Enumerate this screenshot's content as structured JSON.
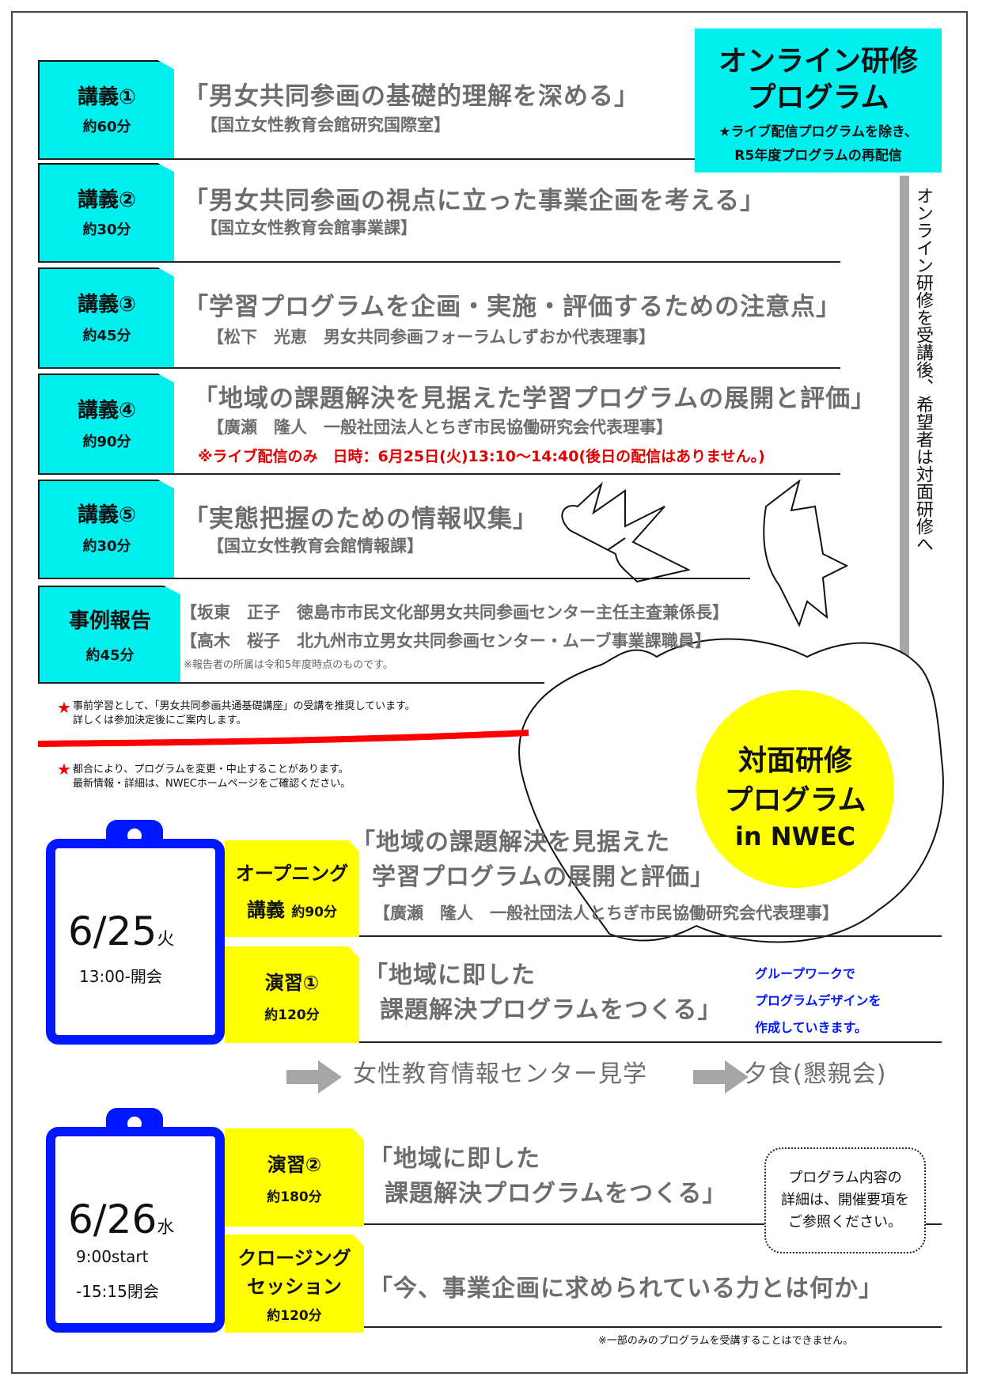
{
  "online_header": {
    "title_line1": "オンライン研修",
    "title_line2": "プログラム",
    "note_line1": "★ライブ配信プログラムを除き、",
    "note_line2": "R5年度プログラムの再配信"
  },
  "vertical_note": "オンライン研修を受講後、希望者は対面研修へ",
  "lectures": [
    {
      "label": "講義①",
      "duration": "約60分",
      "title": "「男女共同参画の基礎的理解を深める」",
      "speaker": "【国立女性教育会館研究国際室】"
    },
    {
      "label": "講義②",
      "duration": "約30分",
      "title": "「男女共同参画の視点に立った事業企画を考える」",
      "speaker": "【国立女性教育会館事業課】"
    },
    {
      "label": "講義③",
      "duration": "約45分",
      "title": "「学習プログラムを企画・実施・評価するための注意点」",
      "speaker": "【松下　光恵　男女共同参画フォーラムしずおか代表理事】"
    },
    {
      "label": "講義④",
      "duration": "約90分",
      "title": "「地域の課題解決を見据えた学習プログラムの展開と評価」",
      "speaker": "【廣瀬　隆人　一般社団法人とちぎ市民協働研究会代表理事】",
      "live_note": "※ライブ配信のみ　日時：6月25日(火)13:10～14:40(後日の配信はありません。)"
    },
    {
      "label": "講義⑤",
      "duration": "約30分",
      "title": "「実態把握のための情報収集」",
      "speaker": "【国立女性教育会館情報課】"
    }
  ],
  "case_report": {
    "label": "事例報告",
    "duration": "約45分",
    "line1": "【坂東　正子　徳島市市民文化部男女共同参画センター主任主査兼係長】",
    "line2": "【高木　桜子　北九州市立男女共同参画センター・ムーブ事業課職員】",
    "footnote": "※報告者の所属は令和5年度時点のものです。"
  },
  "notes": {
    "note1_line1": "事前学習として、「男女共同参画共通基礎講座」の受講を推奨しています。",
    "note1_line2": "詳しくは参加決定後にご案内します。",
    "note2_line1": "都合により、プログラムを変更・中止することがあります。",
    "note2_line2": "最新情報・詳細は、NWECホームページをご確認ください。"
  },
  "inperson_badge": {
    "line1": "対面研修",
    "line2": "プログラム",
    "line3": "in NWEC"
  },
  "day1": {
    "date": "6/25",
    "weekday": "火",
    "time": "13:00-開会",
    "opening_label1": "オープニング",
    "opening_label2": "講義",
    "opening_duration": "約90分",
    "opening_title1": "「地域の課題解決を見据えた",
    "opening_title2": "学習プログラムの展開と評価」",
    "opening_speaker": "【廣瀬　隆人　一般社団法人とちぎ市民協働研究会代表理事】",
    "ex1_label": "演習①",
    "ex1_duration": "約120分",
    "ex1_title1": "「地域に即した",
    "ex1_title2": "課題解決プログラムをつくる」",
    "group_note1": "グループワークで",
    "group_note2": "プログラムデザインを",
    "group_note3": "作成していきます。",
    "flow1": "女性教育情報センター見学",
    "flow2": "夕食(懇親会)"
  },
  "day2": {
    "date": "6/26",
    "weekday": "水",
    "time1": "9:00start",
    "time2": "-15:15閉会",
    "ex2_label": "演習②",
    "ex2_duration": "約180分",
    "ex2_title1": "「地域に即した",
    "ex2_title2": "課題解決プログラムをつくる」",
    "closing_label1": "クロージング",
    "closing_label2": "セッション",
    "closing_duration": "約120分",
    "closing_title": "「今、事業企画に求められている力とは何か」",
    "detail_note1": "プログラム内容の",
    "detail_note2": "詳細は、開催要項を",
    "detail_note3": "ご参照ください。",
    "bottom_note": "※一部のみのプログラムを受講することはできません。"
  },
  "colors": {
    "cyan": "#00f0f0",
    "yellow": "#ffff00",
    "blue": "#0018ff",
    "red": "#e00000",
    "grey_text": "#6d6d6d"
  }
}
